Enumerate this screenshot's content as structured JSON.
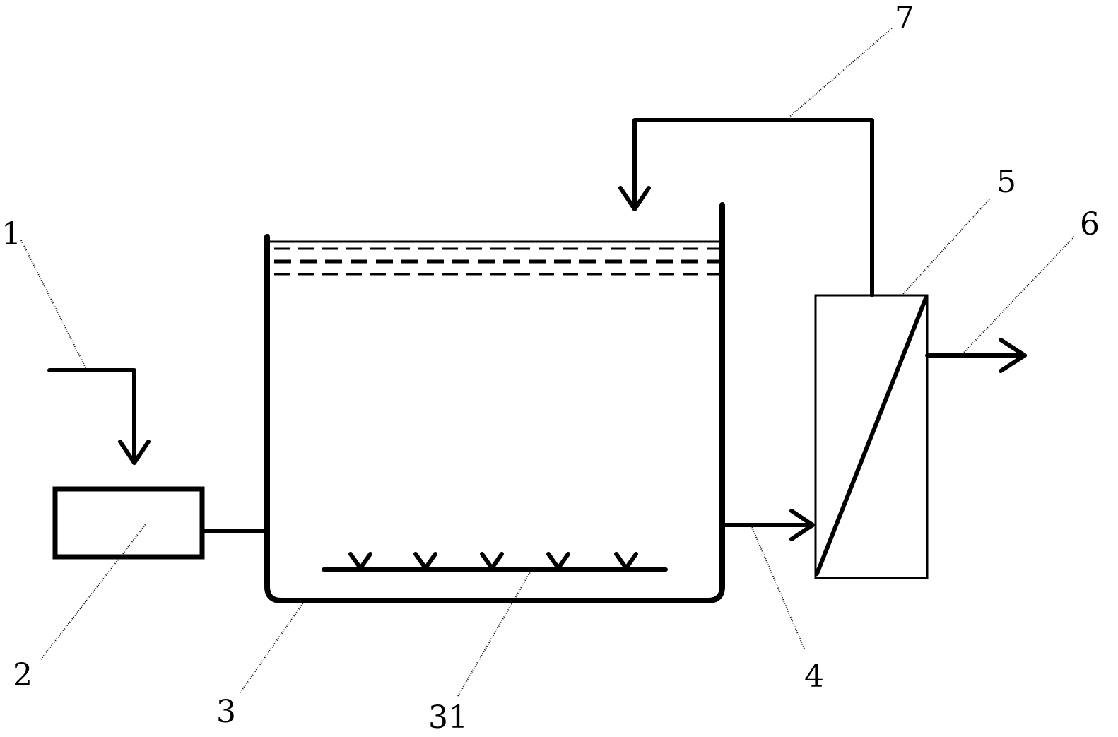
{
  "labels": {
    "l1": "1",
    "l2": "2",
    "l3": "3",
    "l31": "31",
    "l4": "4",
    "l5": "5",
    "l6": "6",
    "l7": "7"
  }
}
